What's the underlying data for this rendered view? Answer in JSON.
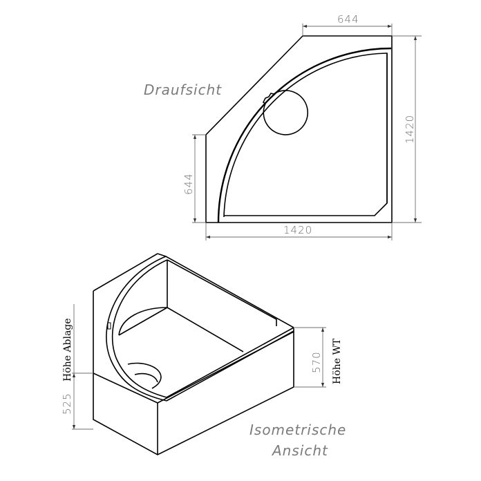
{
  "top_view": {
    "title": "Draufsicht",
    "dimensions": {
      "top_width": "644",
      "left_height": "644",
      "right_height": "1420",
      "bottom_width": "1420"
    }
  },
  "iso_view": {
    "title_line1": "Isometrische",
    "title_line2": "Ansicht",
    "labels": {
      "shelf_height_label": "Höhe Ablage",
      "basin_height_label": "Höhe WT"
    },
    "dimensions": {
      "shelf_height": "525",
      "basin_height": "570"
    }
  },
  "colors": {
    "line": "#000000",
    "dimension": "#6e6e6e",
    "background": "#ffffff"
  }
}
